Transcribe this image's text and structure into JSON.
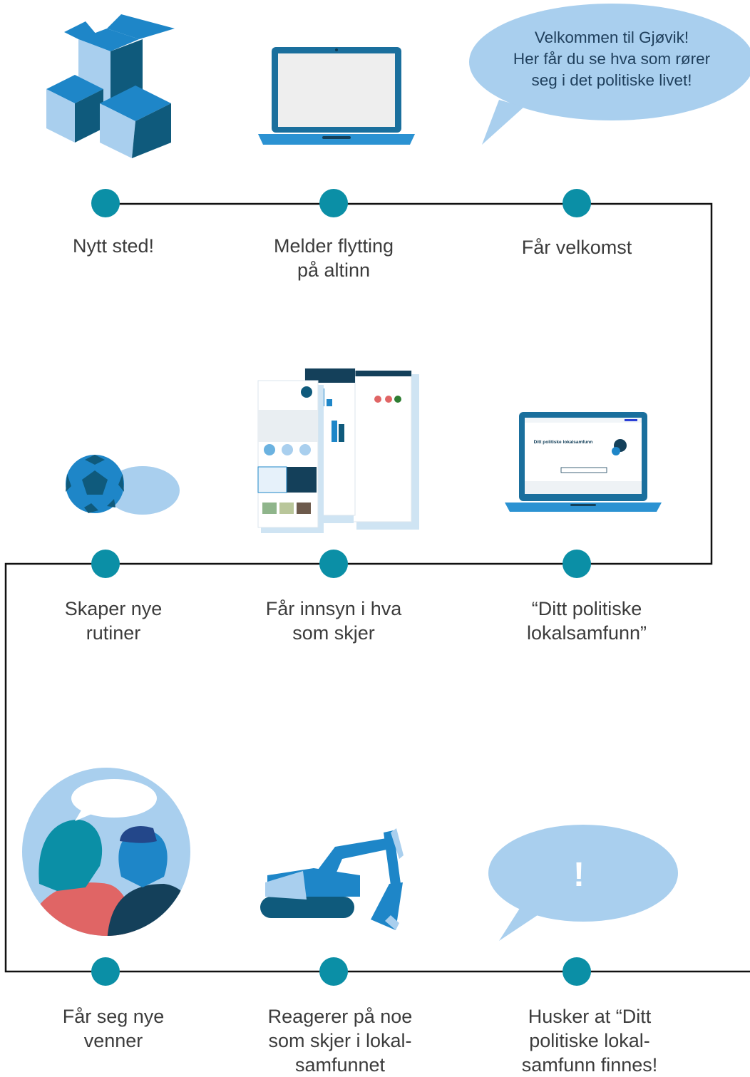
{
  "steps": [
    {
      "label": "Nytt sted!"
    },
    {
      "label": "Melder flytting\npå altinn"
    },
    {
      "label": "Får velkomst"
    },
    {
      "label": "Skaper nye\nrutiner"
    },
    {
      "label": "Får innsyn i hva\nsom skjer"
    },
    {
      "label": "“Ditt politiske\nlokalsamfunn”"
    },
    {
      "label": "Får seg nye\nvenner"
    },
    {
      "label": "Reagerer på noe\nsom skjer i lokal-\nsamfunnet"
    },
    {
      "label": "Husker at “Ditt\npolitiske lokal-\nsamfunn finnes!"
    }
  ],
  "welcome_bubble": "Velkommen til Gjøvik!\nHer får du se hva som rører\nseg i det politiske livet!",
  "exclamation": "!",
  "screen_headline": "Ditt politiske lokalsamfunn",
  "colors": {
    "teal": "#0b8fa6",
    "line": "#111111",
    "light_blue": "#a9cfee",
    "mid_blue": "#1e86c8",
    "dark_blue": "#0f5a7c",
    "navy": "#14405a",
    "coral": "#e06565"
  },
  "icons": [
    "boxes-icon",
    "laptop-icon",
    "speech-bubble-icon",
    "football-icon",
    "web-pages-icon",
    "laptop-site-icon",
    "friends-icon",
    "excavator-icon",
    "exclamation-bubble-icon"
  ]
}
